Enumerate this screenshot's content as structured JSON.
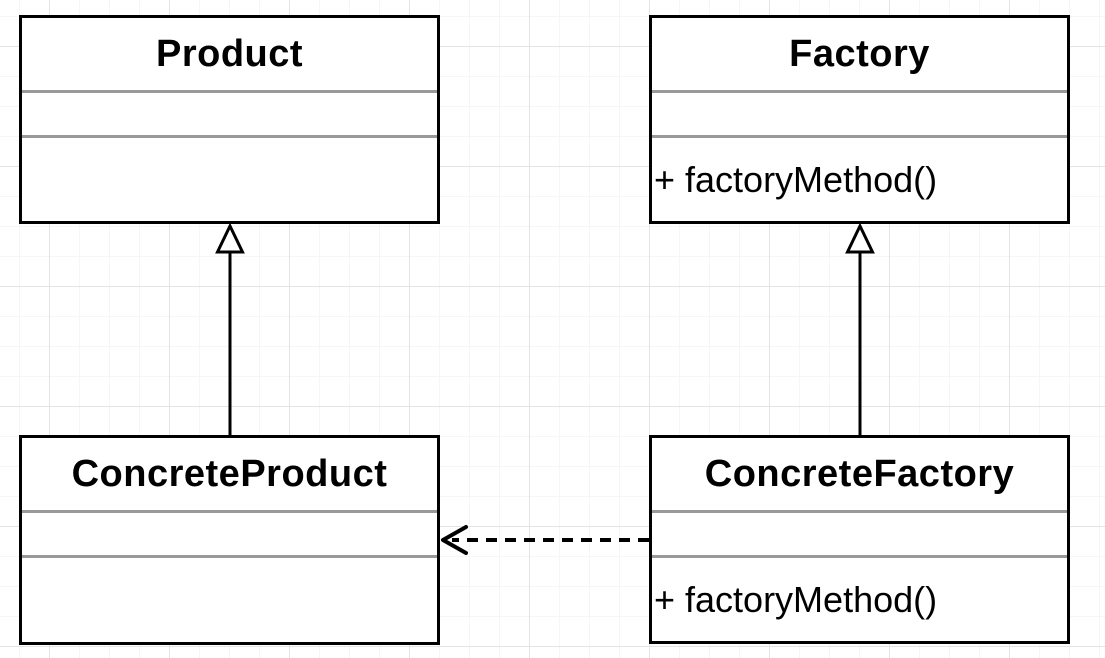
{
  "classes": [
    {
      "name": "Product",
      "attributes": "",
      "methods": ""
    },
    {
      "name": "Factory",
      "attributes": "",
      "methods": "+ factoryMethod()"
    },
    {
      "name": "ConcreteProduct",
      "attributes": "",
      "methods": ""
    },
    {
      "name": "ConcreteFactory",
      "attributes": "",
      "methods": "+ factoryMethod()"
    }
  ],
  "relationships": [
    {
      "from": "ConcreteProduct",
      "to": "Product",
      "type": "generalization",
      "line": "solid",
      "arrowhead": "hollow-triangle"
    },
    {
      "from": "ConcreteFactory",
      "to": "Factory",
      "type": "generalization",
      "line": "solid",
      "arrowhead": "hollow-triangle"
    },
    {
      "from": "ConcreteFactory",
      "to": "ConcreteProduct",
      "type": "dependency",
      "line": "dashed",
      "arrowhead": "open"
    }
  ],
  "colors": {
    "box_border": "#000000",
    "section_divider": "#999999",
    "box_fill": "#ffffff",
    "canvas_background": "#ffffff",
    "grid_minor": "#f6f6f6",
    "grid_major": "#e4e4e4",
    "text": "#000000"
  }
}
